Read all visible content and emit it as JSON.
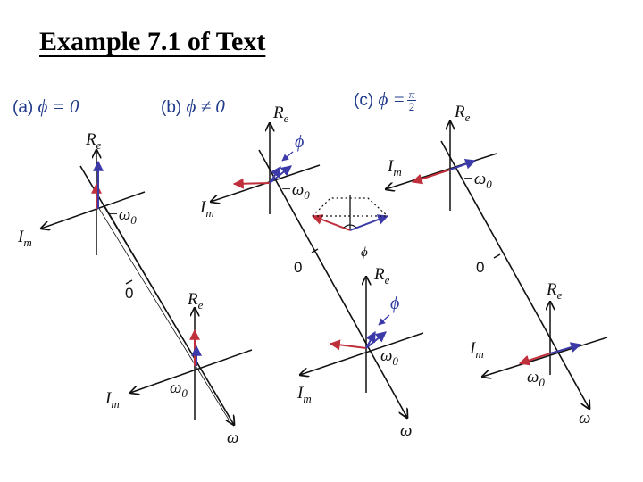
{
  "title": "Example 7.1 of Text",
  "panels": {
    "a": {
      "tag": "(a) ",
      "cond": "ϕ = 0"
    },
    "b": {
      "tag": "(b) ",
      "cond": "ϕ ≠ 0"
    },
    "c": {
      "tag": "(c) ",
      "cond": "ϕ =",
      "frac_num": "π",
      "frac_den": "2"
    }
  },
  "axis_labels": {
    "re": "R",
    "re_sub": "e",
    "im": "I",
    "im_sub": "m",
    "omega": "ω",
    "omega0": "ω",
    "omega0_sub": "0",
    "neg_omega0": "−ω",
    "neg_omega0_sub": "0",
    "zero": "0",
    "phi": "ϕ"
  },
  "colors": {
    "red": "#c0303c",
    "blue": "#3b3aa8",
    "axis": "#111111",
    "label_blue": "#1f3a8a"
  }
}
